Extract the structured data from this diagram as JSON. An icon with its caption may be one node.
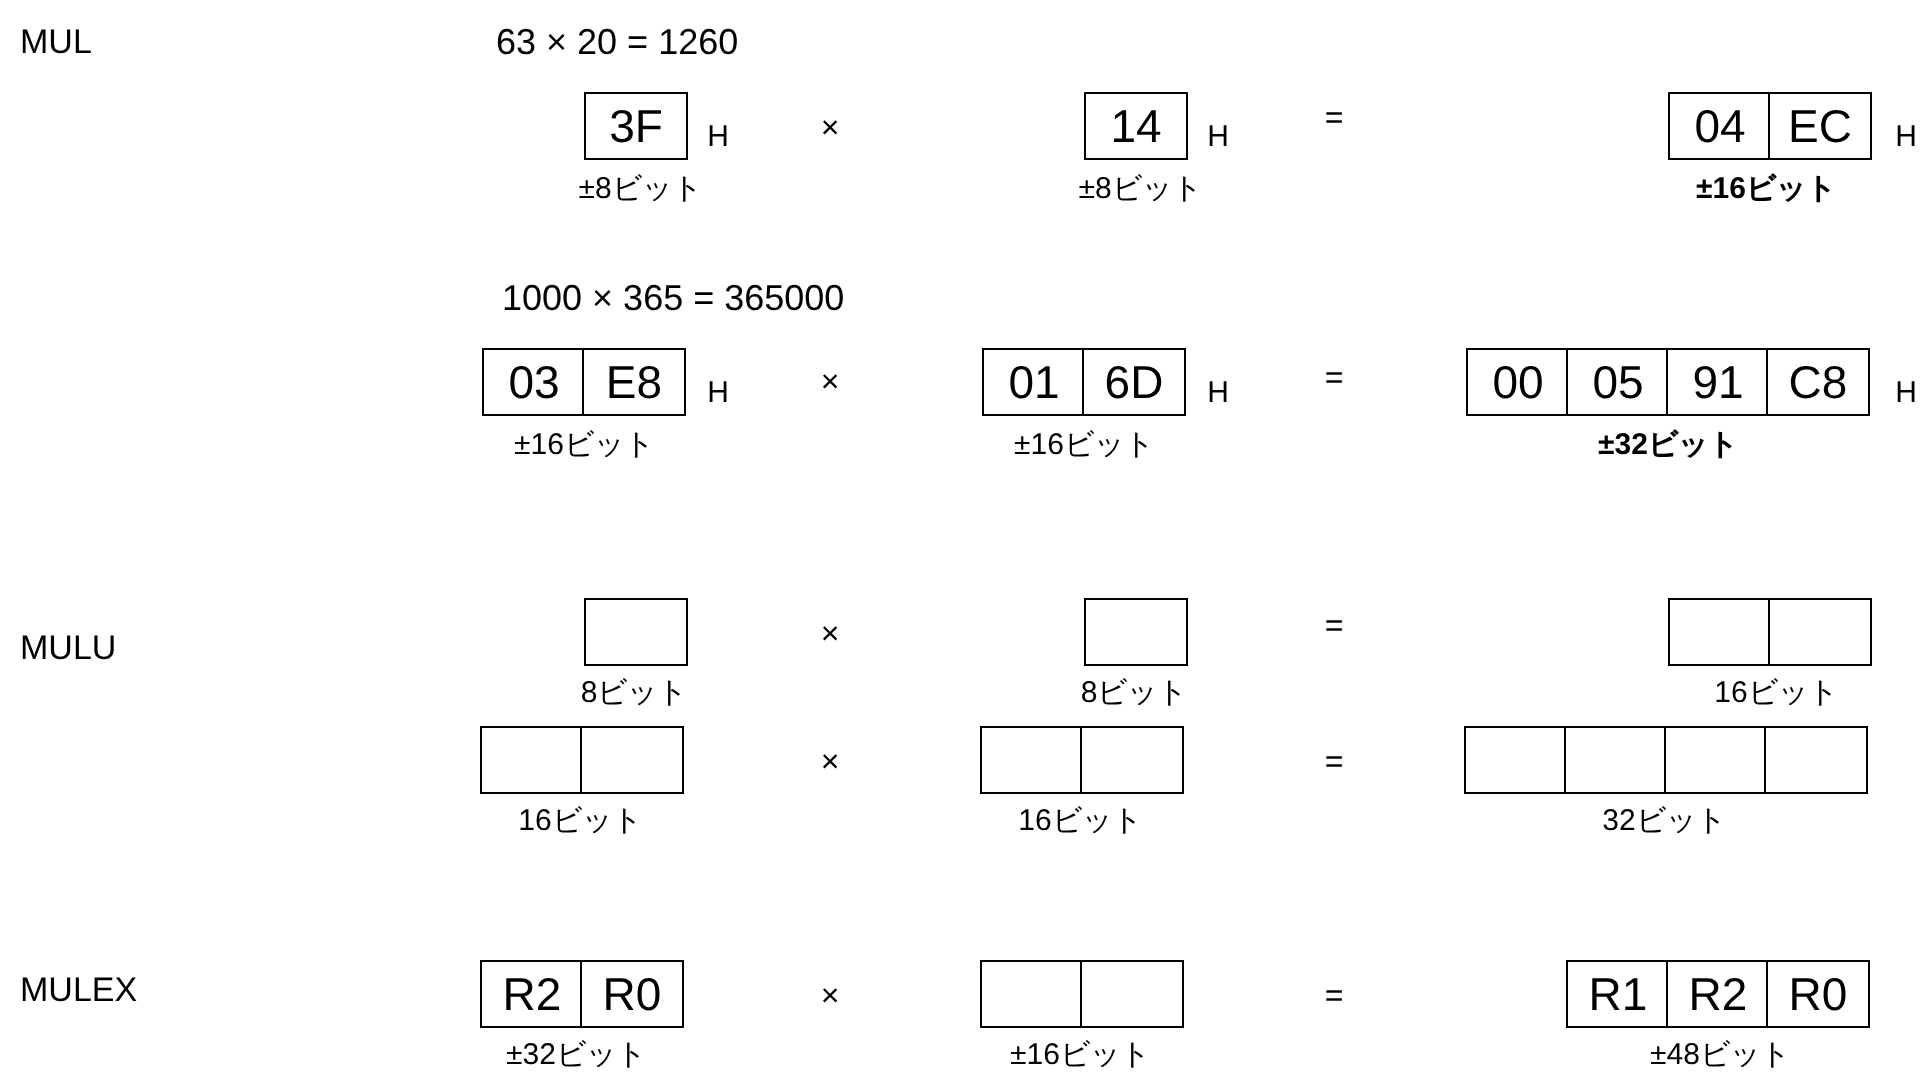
{
  "diagram": {
    "nodes": [
      {
        "text": [
          "3F"
        ]
      },
      {
        "text": [
          "14"
        ]
      },
      {
        "text": [
          "04"
        ]
      },
      {
        "text": [
          "EC"
        ]
      },
      {
        "text": [
          "03"
        ]
      },
      {
        "text": [
          "E8"
        ]
      },
      {
        "text": [
          "01"
        ]
      },
      {
        "text": [
          "6D"
        ]
      },
      {
        "text": [
          "00"
        ]
      },
      {
        "text": [
          "05"
        ]
      },
      {
        "text": [
          "91"
        ]
      },
      {
        "text": [
          "C8"
        ]
      },
      {
        "text": [],
        "shape": "box"
      },
      {
        "text": [],
        "shape": "box"
      },
      {
        "text": [],
        "shape": "box"
      },
      {
        "text": [],
        "shape": "box"
      },
      {
        "text": [],
        "shape": "box"
      },
      {
        "text": [],
        "shape": "box"
      },
      {
        "text": [],
        "shape": "box"
      },
      {
        "text": [],
        "shape": "box"
      },
      {
        "text": [],
        "shape": "box"
      },
      {
        "text": [],
        "shape": "box"
      },
      {
        "text": [],
        "shape": "box"
      },
      {
        "text": [],
        "shape": "box"
      },
      {
        "text": [
          "R2"
        ]
      },
      {
        "text": [
          "R0"
        ]
      },
      {
        "text": [],
        "shape": "box"
      },
      {
        "text": [],
        "shape": "box"
      },
      {
        "text": [
          "R1"
        ]
      },
      {
        "text": [
          "R2"
        ]
      },
      {
        "text": [
          "R0"
        ]
      }
    ],
    "labels": [
      "MUL",
      "63 × 20 = 1260",
      "H",
      "×",
      "H",
      "=",
      "H",
      "±8ビット",
      "±8ビット",
      "±16ビット",
      "1000 × 365 = 365000",
      "H",
      "×",
      "H",
      "=",
      "H",
      "±16ビット",
      "±16ビット",
      "±32ビット",
      "MULU",
      "×",
      "=",
      "8ビット",
      "8ビット",
      "16ビット",
      "×",
      "=",
      "16ビット",
      "16ビット",
      "32ビット",
      "MULEX",
      "×",
      "=",
      "±32ビット",
      "±16ビット",
      "±48ビット"
    ]
  }
}
